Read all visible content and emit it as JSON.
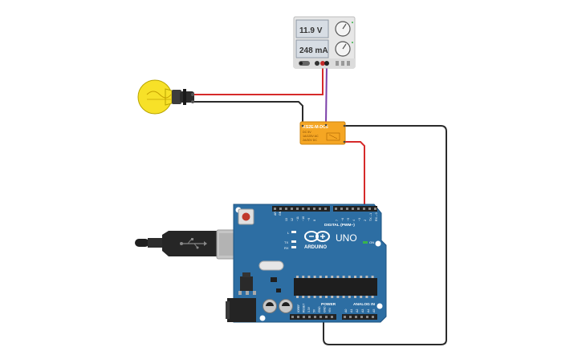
{
  "power_supply": {
    "voltage": "11.9 V",
    "current": "248 mA",
    "body_color": "#e7e7e7",
    "display_color": "#d7dde4"
  },
  "relay": {
    "model": "KS2E-M-DC5",
    "spec_1": "DC 5V",
    "spec_2": "1A/125V AC",
    "spec_3": "2A/30V DC",
    "color": "#f5a623"
  },
  "arduino": {
    "brand": "ARDUINO",
    "model": "UNO",
    "digital_header": "DIGITAL (PWM~)",
    "power_header": "POWER",
    "analog_header": "ANALOG IN",
    "on_label": "ON",
    "led_l": "L",
    "led_tx": "TX",
    "led_rx": "RX",
    "aref": "AREF",
    "gnd": "GND",
    "digital_pins": [
      "13",
      "12",
      "~11",
      "~10",
      "~9",
      "8",
      "7",
      "~6",
      "~5",
      "4",
      "~3",
      "2",
      "TX→1",
      "RX←0"
    ],
    "power_pins": [
      "IOREF",
      "RESET",
      "3.3V",
      "5V",
      "GND",
      "GND",
      "VIN"
    ],
    "analog_pins": [
      "A0",
      "A1",
      "A2",
      "A3",
      "A4",
      "A5"
    ],
    "board_color": "#2d6ea3"
  },
  "wire_colors": {
    "red": "#d62a2a",
    "black": "#2b2b2b",
    "purple": "#7b3fa8"
  }
}
